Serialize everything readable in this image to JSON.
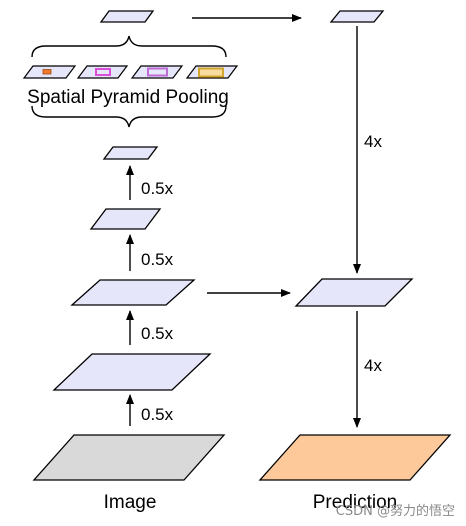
{
  "labels": {
    "spp": "Spatial Pyramid Pooling",
    "scale_1": "0.5x",
    "scale_2": "0.5x",
    "scale_3": "0.5x",
    "scale_4": "0.5x",
    "upsample_1": "4x",
    "upsample_2": "4x",
    "input": "Image",
    "output": "Prediction"
  },
  "colors": {
    "feature_fill": "#e6e6fb",
    "image_fill": "#d9d9d9",
    "prediction_fill": "#fdc99b",
    "stroke": "#000000",
    "spp_bin_1": "#f37a2a",
    "spp_bin_2": "#d94fd9",
    "spp_bin_3": "#c06ad6",
    "spp_bin_4": "#d2a52b"
  },
  "watermark": "CSDN @努力的悟空"
}
